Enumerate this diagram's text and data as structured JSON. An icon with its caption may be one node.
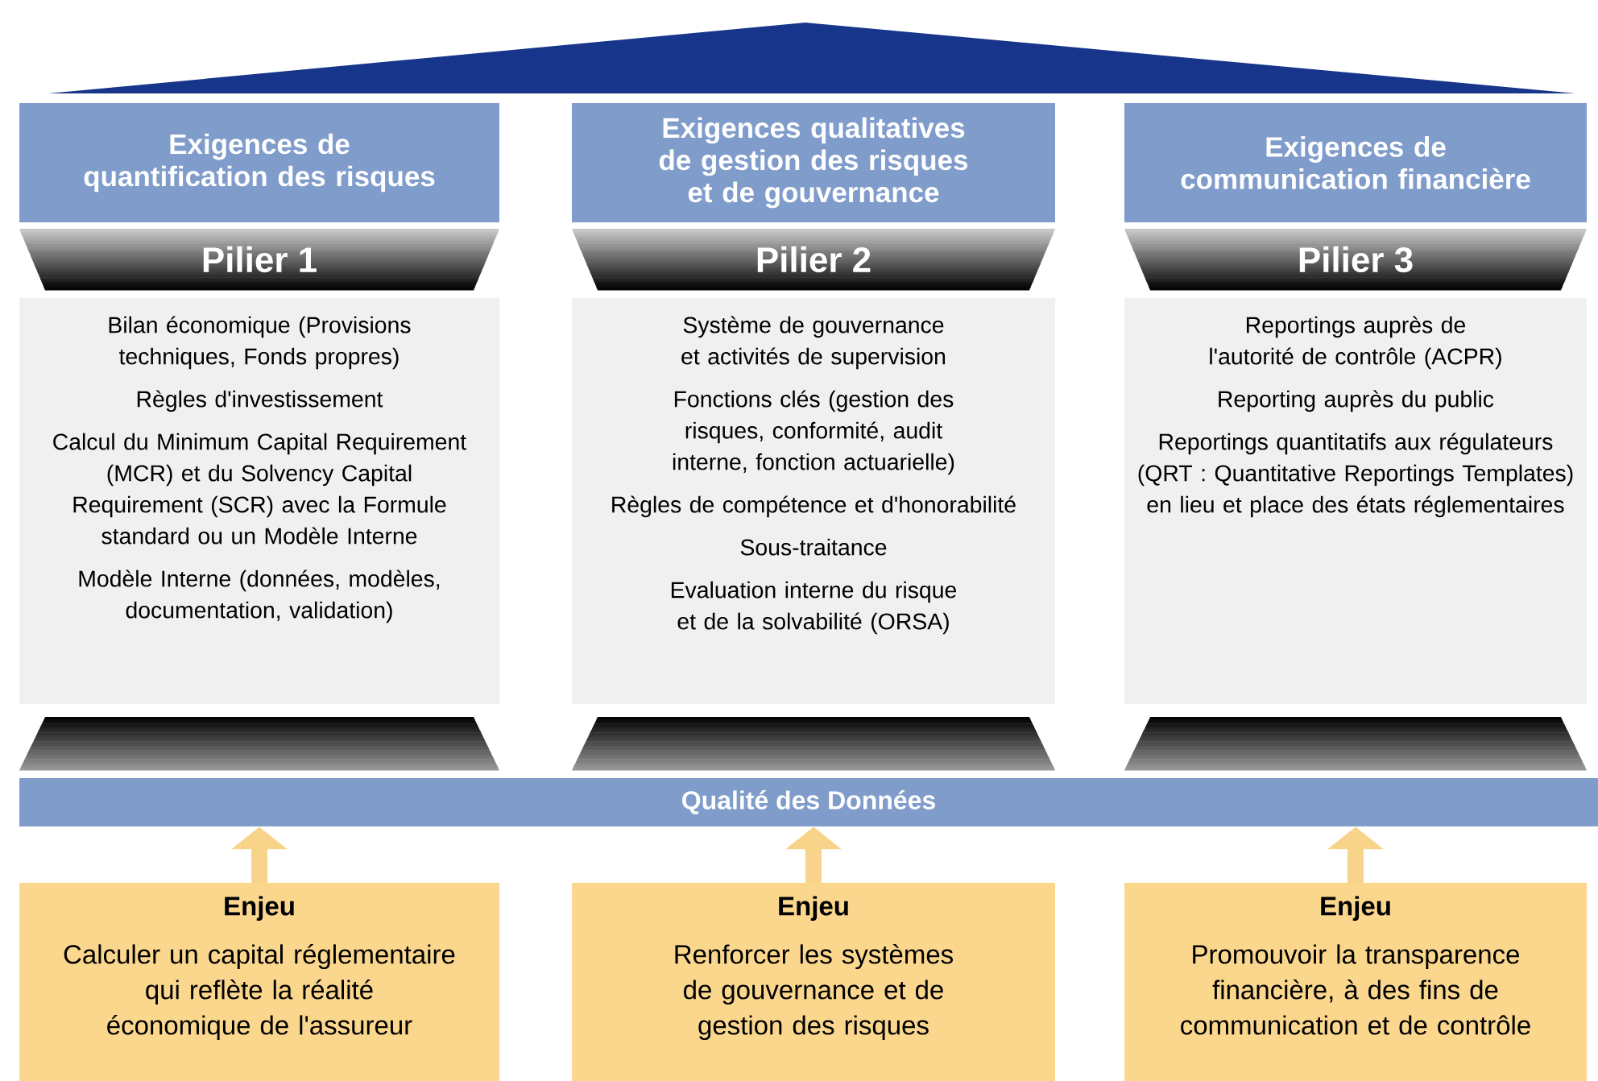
{
  "diagram": {
    "nodes": [
      {
        "text": [
          "Exigences de quantification des risques"
        ]
      },
      {
        "text": [
          "Pilier 1"
        ]
      },
      {
        "text": [
          "Bilan économique (Provisions techniques, Fonds propres)",
          "Règles d'investissement",
          "Calcul du Minimum Capital Requirement (MCR) et du Solvency Capital Requirement (SCR) avec la Formule standard ou un Modèle Interne",
          "Modèle Interne (données, modèles, documentation, validation)"
        ]
      },
      {
        "text": [
          "Exigences qualitatives de gestion des risques et de gouvernance"
        ]
      },
      {
        "text": [
          "Pilier 2"
        ]
      },
      {
        "text": [
          "Système de gouvernance et activités de supervision",
          "Fonctions clés (gestion des risques, conformité, audit interne, fonction actuarielle)",
          "Règles de compétence et d'honorabilité",
          "Sous-traitance",
          "Evaluation interne du risque et de la solvabilité (ORSA)"
        ]
      },
      {
        "text": [
          "Exigences de communication financière"
        ]
      },
      {
        "text": [
          "Pilier 3"
        ]
      },
      {
        "text": [
          "Reportings auprès de l'autorité de contrôle (ACPR)",
          "Reporting auprès du public",
          "Reportings quantitatifs aux régulateurs (QRT : Quantitative Reportings Templates) en lieu et place des états réglementaires"
        ]
      },
      {
        "text": [
          "Qualité des Données"
        ]
      },
      {
        "text": [
          "Enjeu",
          "Calculer un capital réglementaire qui reflète la réalité économique de l'assureur"
        ]
      },
      {
        "text": [
          "Enjeu",
          "Renforcer les systèmes de gouvernance et de gestion des risques"
        ]
      },
      {
        "text": [
          "Enjeu",
          "Promouvoir la transparence financière, à des fins de communication et de contrôle"
        ]
      }
    ],
    "edges": [
      {
        "from": 10,
        "to": 9,
        "arrow": "to"
      },
      {
        "from": 11,
        "to": 9,
        "arrow": "to"
      },
      {
        "from": 12,
        "to": 9,
        "arrow": "to"
      }
    ]
  }
}
